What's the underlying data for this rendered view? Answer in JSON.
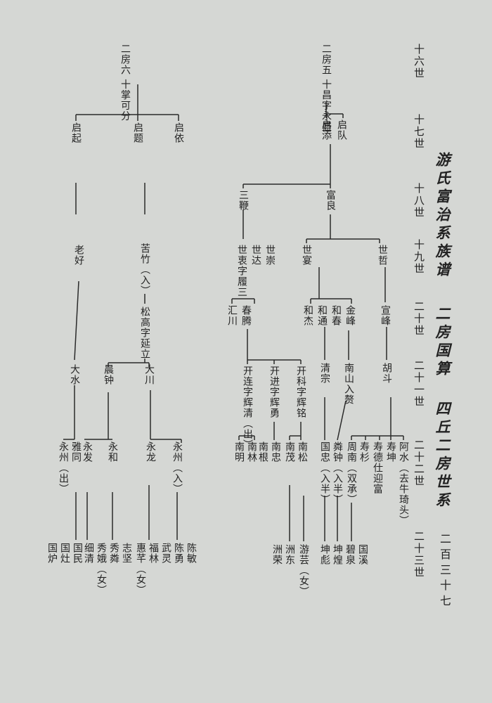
{
  "header": {
    "title": "游氏富治系族谱",
    "section": "二房国算",
    "subtitle": "四丘二房世系",
    "page_number": "二百三十七"
  },
  "generations": [
    "十六世",
    "十七世",
    "十八世",
    "十九世",
    "二十世",
    "二十一世",
    "二十二世",
    "二十三世"
  ],
  "tree": {
    "branch6": {
      "root": "二房六 十掌可分",
      "g17": [
        "启起",
        "启题",
        "启依"
      ],
      "g19": [
        "老好",
        "苦竹（入）"
      ],
      "g20": [
        "松高字延立"
      ],
      "g21": [
        "大水",
        "晨钟",
        "大川"
      ],
      "g22": [
        "永州（出）",
        "雅同",
        "永发",
        "永和",
        "永龙",
        "永州（入）"
      ],
      "g23": [
        "国炉",
        "国灶",
        "国民",
        "细清",
        "秀娥（女）",
        "秀粦",
        "志坚",
        "惠芊（女）",
        "福林",
        "武灵",
        "陈勇",
        "陈敏"
      ]
    },
    "branch5": {
      "root": "二房五 十昌字永盛",
      "g17": [
        "启添",
        "启队"
      ],
      "g18": [
        "三鞭",
        "富良"
      ],
      "g19": [
        "世衷字履三",
        "世达",
        "世崇",
        "世宴",
        "世哲"
      ],
      "g20": [
        "汇川",
        "春腾",
        "和杰",
        "和通",
        "和春",
        "金峰",
        "宣峰"
      ],
      "g21": [
        "开连字辉清（出）",
        "开进字辉勇",
        "开科字辉铭",
        "清宗",
        "南山入赘",
        "胡斗"
      ],
      "g22": [
        "南明",
        "南林",
        "南根",
        "南忠",
        "南茂",
        "南松",
        "国忠（入半）",
        "粦钟（入半）",
        "周南（双承）",
        "寿杉",
        "寿坤",
        "寿德仕迎富",
        "阿水（去牛琦头）"
      ],
      "g23": [
        "洲荣",
        "洲东",
        "游芸（女）",
        "坤彪",
        "坤煌",
        "碧泉",
        "国溪"
      ]
    }
  }
}
